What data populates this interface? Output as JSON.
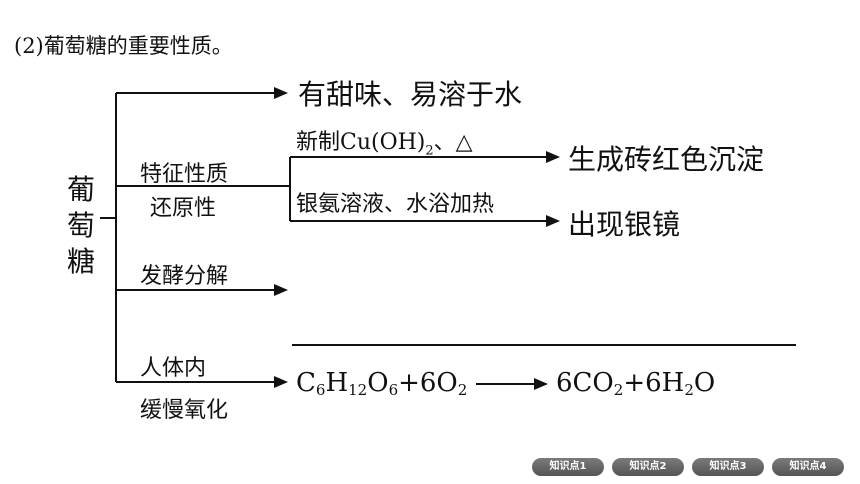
{
  "heading": "(2)葡萄糖的重要性质。",
  "root": "葡萄糖",
  "branch1_result": "有甜味、易溶于水",
  "branch2": {
    "label_line1": "特征性质",
    "label_line2": "还原性",
    "reaction1_condition_prefix": "新制Cu(OH)",
    "reaction1_condition_sub": "2",
    "reaction1_condition_suffix": "、△",
    "reaction1_result": "生成砖红色沉淀",
    "reaction2_condition": "银氨溶液、水浴加热",
    "reaction2_result": "出现银镜"
  },
  "branch3_label": "发酵分解",
  "branch4": {
    "label_line1": "人体内",
    "label_line2": "缓慢氧化",
    "equation_left": [
      "C",
      "6",
      "H",
      "12",
      "O",
      "6",
      "+6O",
      "2"
    ],
    "equation_right": [
      "6CO",
      "2",
      "+6H",
      "2",
      "O"
    ]
  },
  "nav": [
    "知识点1",
    "知识点2",
    "知识点3",
    "知识点4"
  ]
}
